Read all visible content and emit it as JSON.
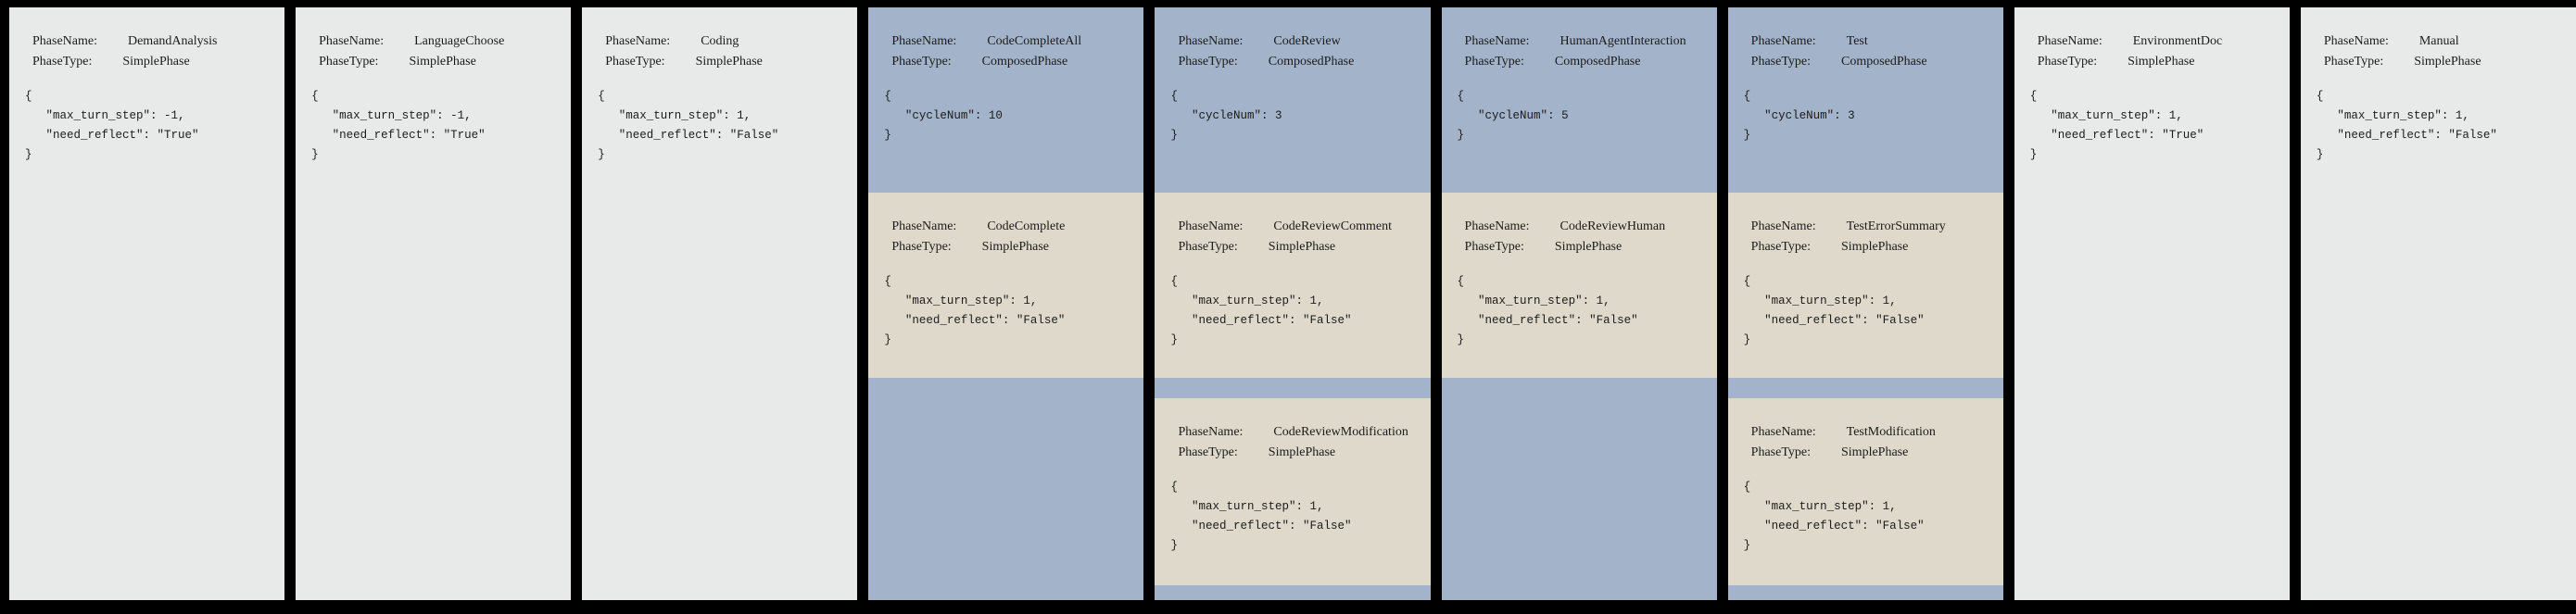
{
  "labels": {
    "phase_name": "PhaseName:",
    "phase_type": "PhaseType:"
  },
  "colors": {
    "background": "#000000",
    "simple_card": "#e8eae9",
    "composed_card": "#a3b3c9",
    "nested_card": "#ded9cb",
    "text": "#1b1b1b"
  },
  "phases": [
    {
      "name": "DemandAnalysis",
      "type": "SimplePhase",
      "config": "{\n   \"max_turn_step\": -1,\n   \"need_reflect\": \"True\"\n}"
    },
    {
      "name": "LanguageChoose",
      "type": "SimplePhase",
      "config": "{\n   \"max_turn_step\": -1,\n   \"need_reflect\": \"True\"\n}"
    },
    {
      "name": "Coding",
      "type": "SimplePhase",
      "config": "{\n   \"max_turn_step\": 1,\n   \"need_reflect\": \"False\"\n}"
    },
    {
      "name": "CodeCompleteAll",
      "type": "ComposedPhase",
      "config": "{\n   \"cycleNum\": 10\n}",
      "children": [
        {
          "name": "CodeComplete",
          "type": "SimplePhase",
          "config": "{\n   \"max_turn_step\": 1,\n   \"need_reflect\": \"False\"\n}"
        }
      ]
    },
    {
      "name": "CodeReview",
      "type": "ComposedPhase",
      "config": "{\n   \"cycleNum\": 3\n}",
      "children": [
        {
          "name": "CodeReviewComment",
          "type": "SimplePhase",
          "config": "{\n   \"max_turn_step\": 1,\n   \"need_reflect\": \"False\"\n}"
        },
        {
          "name": "CodeReviewModification",
          "type": "SimplePhase",
          "config": "{\n   \"max_turn_step\": 1,\n   \"need_reflect\": \"False\"\n}"
        }
      ]
    },
    {
      "name": "HumanAgentInteraction",
      "type": "ComposedPhase",
      "config": "{\n   \"cycleNum\": 5\n}",
      "children": [
        {
          "name": "CodeReviewHuman",
          "type": "SimplePhase",
          "config": "{\n   \"max_turn_step\": 1,\n   \"need_reflect\": \"False\"\n}"
        }
      ]
    },
    {
      "name": "Test",
      "type": "ComposedPhase",
      "config": "{\n   \"cycleNum\": 3\n}",
      "children": [
        {
          "name": "TestErrorSummary",
          "type": "SimplePhase",
          "config": "{\n   \"max_turn_step\": 1,\n   \"need_reflect\": \"False\"\n}"
        },
        {
          "name": "TestModification",
          "type": "SimplePhase",
          "config": "{\n   \"max_turn_step\": 1,\n   \"need_reflect\": \"False\"\n}"
        }
      ]
    },
    {
      "name": "EnvironmentDoc",
      "type": "SimplePhase",
      "config": "{\n   \"max_turn_step\": 1,\n   \"need_reflect\": \"True\"\n}"
    },
    {
      "name": "Manual",
      "type": "SimplePhase",
      "config": "{\n   \"max_turn_step\": 1,\n   \"need_reflect\": \"False\"\n}"
    }
  ]
}
